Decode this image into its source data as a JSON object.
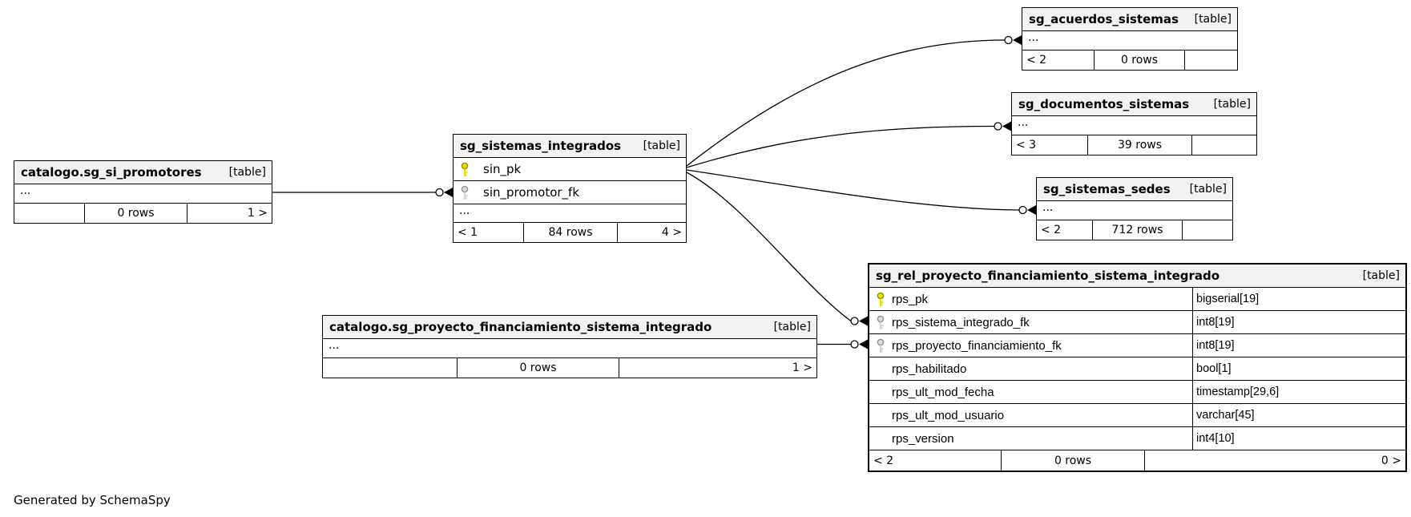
{
  "page": {
    "generated_note": "Generated by SchemaSpy"
  },
  "colors": {
    "primary_key": "#e8e400",
    "foreign_key": "#dcdcdc",
    "header_bg": "#f2f2f2",
    "border": "#000000"
  },
  "tables": {
    "promotores": {
      "title": "catalogo.sg_si_promotores",
      "tag": "[table]",
      "ellipsis": "...",
      "footer": {
        "left": "",
        "center": "0 rows",
        "right": "1 >"
      }
    },
    "integrados": {
      "title": "sg_sistemas_integrados",
      "tag": "[table]",
      "fields": [
        {
          "name": "sin_pk",
          "key": "primary"
        },
        {
          "name": "sin_promotor_fk",
          "key": "foreign"
        }
      ],
      "ellipsis": "...",
      "footer": {
        "left": "< 1",
        "center": "84 rows",
        "right": "4 >"
      }
    },
    "acuerdos": {
      "title": "sg_acuerdos_sistemas",
      "tag": "[table]",
      "ellipsis": "...",
      "footer": {
        "left": "< 2",
        "center": "0 rows",
        "right": ""
      }
    },
    "documentos": {
      "title": "sg_documentos_sistemas",
      "tag": "[table]",
      "ellipsis": "...",
      "footer": {
        "left": "< 3",
        "center": "39 rows",
        "right": ""
      }
    },
    "sedes": {
      "title": "sg_sistemas_sedes",
      "tag": "[table]",
      "ellipsis": "...",
      "footer": {
        "left": "< 2",
        "center": "712 rows",
        "right": ""
      }
    },
    "proyecto": {
      "title": "catalogo.sg_proyecto_financiamiento_sistema_integrado",
      "tag": "[table]",
      "ellipsis": "...",
      "footer": {
        "left": "",
        "center": "0 rows",
        "right": "1 >"
      }
    },
    "rel": {
      "title": "sg_rel_proyecto_financiamiento_sistema_integrado",
      "tag": "[table]",
      "fields": [
        {
          "name": "rps_pk",
          "type": "bigserial[19]",
          "key": "primary"
        },
        {
          "name": "rps_sistema_integrado_fk",
          "type": "int8[19]",
          "key": "foreign"
        },
        {
          "name": "rps_proyecto_financiamiento_fk",
          "type": "int8[19]",
          "key": "foreign"
        },
        {
          "name": "rps_habilitado",
          "type": "bool[1]",
          "key": ""
        },
        {
          "name": "rps_ult_mod_fecha",
          "type": "timestamp[29,6]",
          "key": ""
        },
        {
          "name": "rps_ult_mod_usuario",
          "type": "varchar[45]",
          "key": ""
        },
        {
          "name": "rps_version",
          "type": "int4[10]",
          "key": ""
        }
      ],
      "footer": {
        "left": "< 2",
        "center": "0 rows",
        "right": "0 >"
      }
    }
  }
}
